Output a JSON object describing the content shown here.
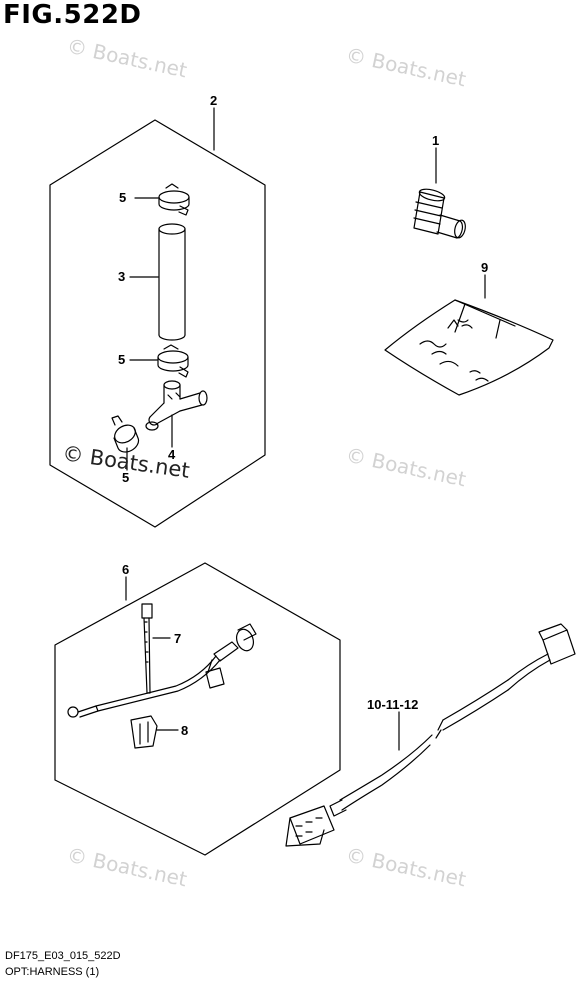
{
  "figure": {
    "title": "FIG.522D"
  },
  "footer": {
    "model_code": "DF175_E03_015_522D",
    "section_name": "OPT:HARNESS (1)"
  },
  "watermarks": {
    "faint": [
      "© Boats.net",
      "© Boats.net",
      "© Boats.net",
      "© Boats.net",
      "© Boats.net"
    ],
    "strong": "© Boats.net"
  },
  "callouts": {
    "c1": "1",
    "c2": "2",
    "c3": "3",
    "c4": "4",
    "c5a": "5",
    "c5b": "5",
    "c5c": "5",
    "c6": "6",
    "c7": "7",
    "c8": "8",
    "c9": "9",
    "c10": "10-11-12"
  },
  "colors": {
    "line": "#000000",
    "watermark": "#d2d2d2"
  }
}
